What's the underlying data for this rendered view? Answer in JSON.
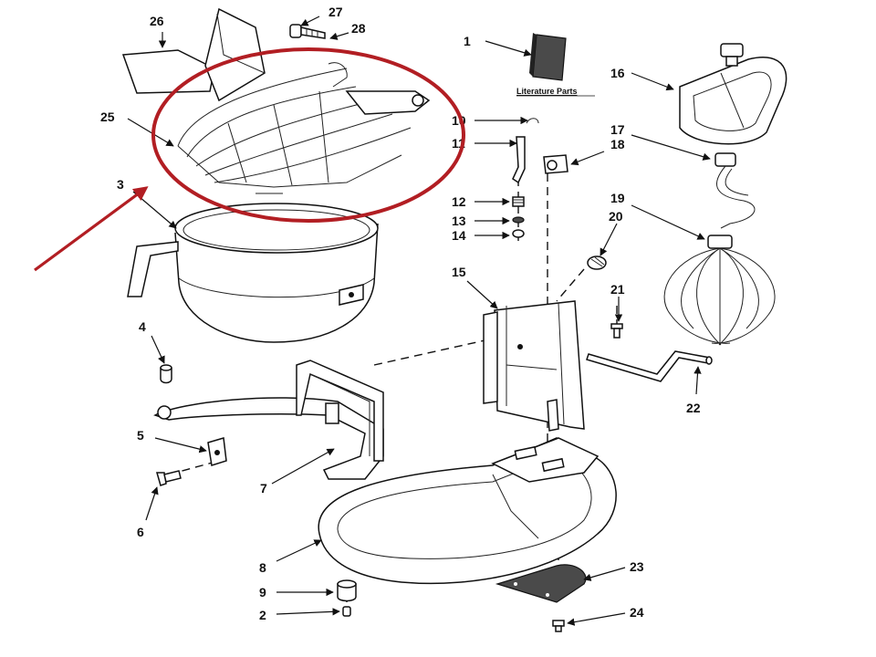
{
  "diagram": {
    "literature_label": "Literature Parts",
    "highlight_color": "#b21e23",
    "callouts": {
      "c1": "1",
      "c2": "2",
      "c3": "3",
      "c4": "4",
      "c5": "5",
      "c6": "6",
      "c7": "7",
      "c8": "8",
      "c9": "9",
      "c10": "10",
      "c11": "11",
      "c12": "12",
      "c13": "13",
      "c14": "14",
      "c15": "15",
      "c16": "16",
      "c17": "17",
      "c18": "18",
      "c19": "19",
      "c20": "20",
      "c21": "21",
      "c22": "22",
      "c23": "23",
      "c24": "24",
      "c25": "25",
      "c26": "26",
      "c27": "27",
      "c28": "28"
    }
  }
}
